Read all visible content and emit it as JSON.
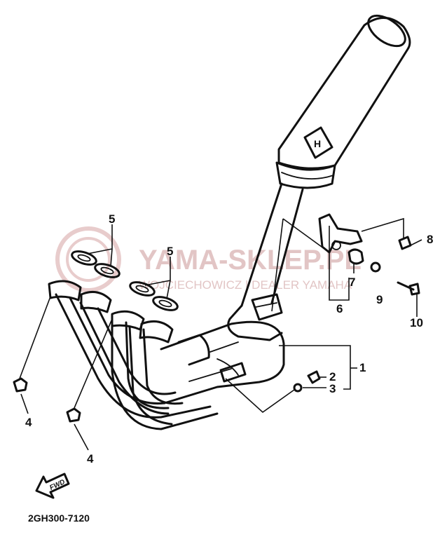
{
  "diagram": {
    "code": "2GH300-7120",
    "direction_label": "FWD",
    "muffler_badge": "H",
    "callouts": {
      "c1": "1",
      "c2": "2",
      "c3": "3",
      "c4a": "4",
      "c4b": "4",
      "c5a": "5",
      "c5b": "5",
      "c6": "6",
      "c7": "7",
      "c8": "8",
      "c9": "9",
      "c10": "10"
    }
  },
  "watermark": {
    "title": "YAMA-SKLEP.PL",
    "subtitle": "WOJCIECHOWICZ | DEALER YAMAHA"
  },
  "colors": {
    "line": "#111111",
    "watermark": "#e2c5c5",
    "background": "#ffffff"
  }
}
